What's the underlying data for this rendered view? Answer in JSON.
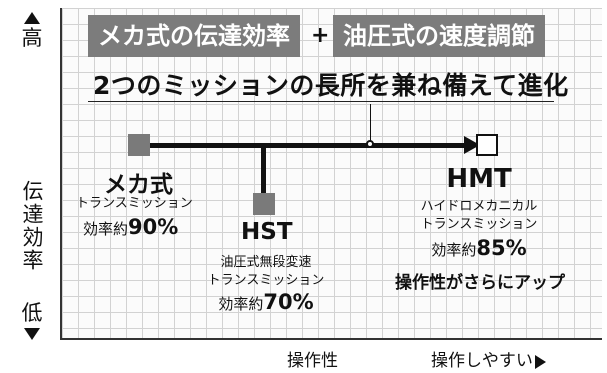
{
  "y_axis": {
    "top": "高",
    "label": "伝達効率",
    "bottom": "低"
  },
  "header": {
    "banner_left": "メカ式の伝達効率",
    "plus": "+",
    "banner_right": "油圧式の速度調節",
    "subtitle": "2つのミッションの長所を兼ね備えて進化"
  },
  "nodes": {
    "mech": {
      "title": "メカ式",
      "desc": "トランスミッション",
      "eff_label": "効率約",
      "eff_value": "90%"
    },
    "hst": {
      "title": "HST",
      "desc_1": "油圧式無段変速",
      "desc_2": "トランスミッション",
      "eff_label": "効率約",
      "eff_value": "70%"
    },
    "hmt": {
      "title": "HMT",
      "desc_1": "ハイドロメカニカル",
      "desc_2": "トランスミッション",
      "eff_label": "効率約",
      "eff_value": "85%",
      "note": "操作性がさらにアップ"
    }
  },
  "x_axis": {
    "label": "操作性",
    "end": "操作しやすい"
  },
  "colors": {
    "banner": "#7c7c7c",
    "gray_square": "#7a7a7a",
    "line": "#111111",
    "grid": "#d2d2d2"
  }
}
